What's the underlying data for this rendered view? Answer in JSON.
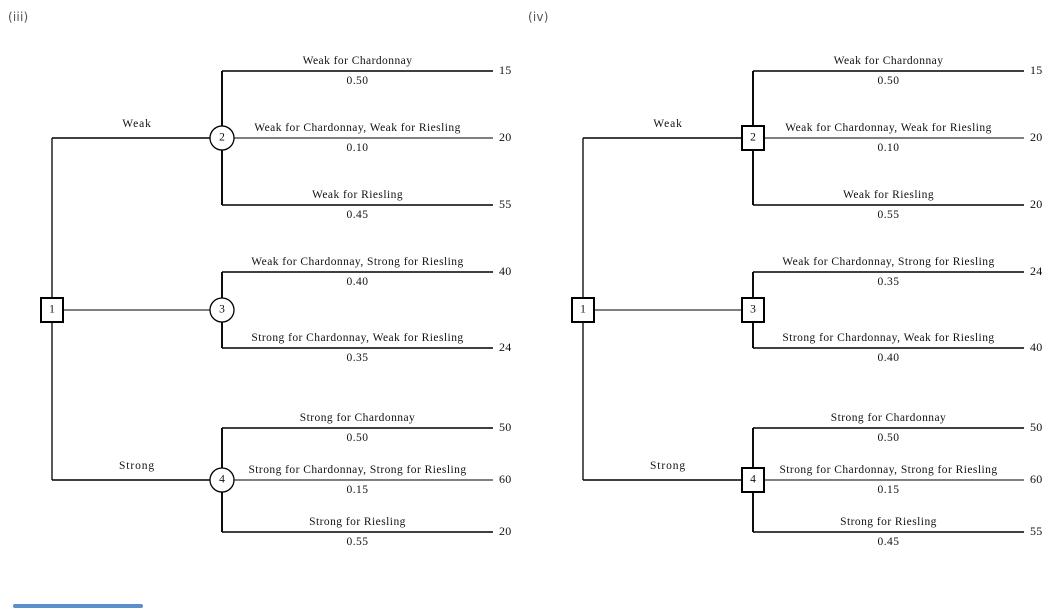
{
  "page": {
    "background_color": "#ffffff",
    "line_color": "#000000",
    "text_color": "#111111",
    "scrollbar_color": "#5b8fc7"
  },
  "trees": [
    {
      "id": "iii",
      "label": "(iii)",
      "root": {
        "number": "1",
        "shape": "square"
      },
      "root_branches": [
        {
          "label": "Weak"
        },
        {
          "label": "Strong"
        }
      ],
      "nodes": [
        {
          "number": "2",
          "shape": "circle",
          "branches": [
            {
              "label": "Weak for Chardonnay",
              "probability": "0.50",
              "payoff": "15"
            },
            {
              "label": "Weak for Chardonnay, Weak for Riesling",
              "probability": "0.10",
              "payoff": "20"
            },
            {
              "label": "Weak for Riesling",
              "probability": "0.45",
              "payoff": "55"
            }
          ]
        },
        {
          "number": "3",
          "shape": "circle",
          "branches": [
            {
              "label": "Weak for Chardonnay, Strong for Riesling",
              "probability": "0.40",
              "payoff": "40"
            },
            {
              "label": "Strong for Chardonnay, Weak for Riesling",
              "probability": "0.35",
              "payoff": "24"
            }
          ]
        },
        {
          "number": "4",
          "shape": "circle",
          "branches": [
            {
              "label": "Strong for Chardonnay",
              "probability": "0.50",
              "payoff": "50"
            },
            {
              "label": "Strong for Chardonnay, Strong for Riesling",
              "probability": "0.15",
              "payoff": "60"
            },
            {
              "label": "Strong for Riesling",
              "probability": "0.55",
              "payoff": "20"
            }
          ]
        }
      ]
    },
    {
      "id": "iv",
      "label": "(iv)",
      "root": {
        "number": "1",
        "shape": "square"
      },
      "root_branches": [
        {
          "label": "Weak"
        },
        {
          "label": "Strong"
        }
      ],
      "nodes": [
        {
          "number": "2",
          "shape": "square",
          "branches": [
            {
              "label": "Weak for Chardonnay",
              "probability": "0.50",
              "payoff": "15"
            },
            {
              "label": "Weak for Chardonnay, Weak for Riesling",
              "probability": "0.10",
              "payoff": "20"
            },
            {
              "label": "Weak for Riesling",
              "probability": "0.55",
              "payoff": "20"
            }
          ]
        },
        {
          "number": "3",
          "shape": "square",
          "branches": [
            {
              "label": "Weak for Chardonnay, Strong for Riesling",
              "probability": "0.35",
              "payoff": "24"
            },
            {
              "label": "Strong for Chardonnay, Weak for Riesling",
              "probability": "0.40",
              "payoff": "40"
            }
          ]
        },
        {
          "number": "4",
          "shape": "square",
          "branches": [
            {
              "label": "Strong for Chardonnay",
              "probability": "0.50",
              "payoff": "50"
            },
            {
              "label": "Strong for Chardonnay, Strong for Riesling",
              "probability": "0.15",
              "payoff": "60"
            },
            {
              "label": "Strong for Riesling",
              "probability": "0.45",
              "payoff": "55"
            }
          ]
        }
      ]
    }
  ]
}
